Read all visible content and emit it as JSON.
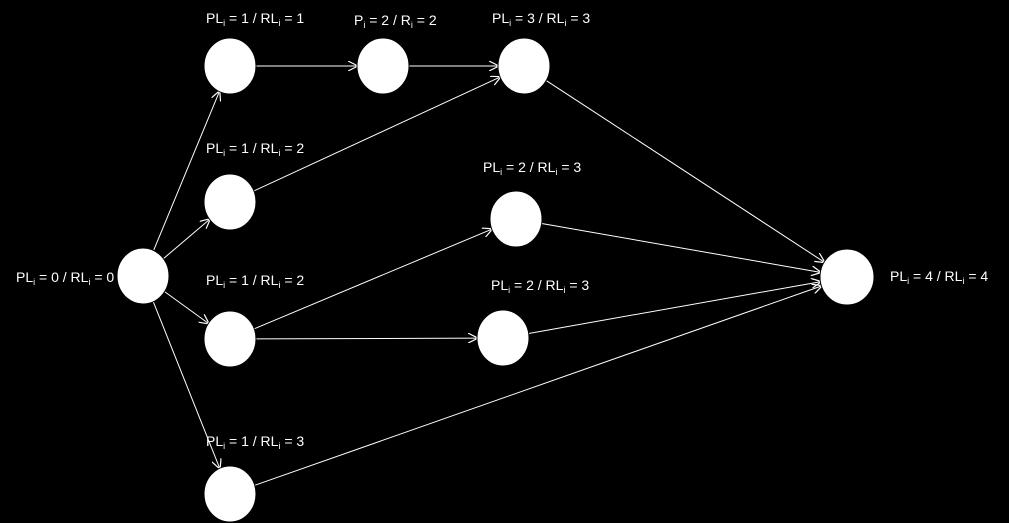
{
  "colors": {
    "background": "#000000",
    "foreground": "#ffffff"
  },
  "nodes": [
    {
      "id": "n0",
      "label": {
        "p1": "PL",
        "s1": "i",
        "m": " = 0 / RL",
        "s2": "i",
        "e": " = 0"
      }
    },
    {
      "id": "n1",
      "label": {
        "p1": "PL",
        "s1": "i",
        "m": " = 1 / RL",
        "s2": "i",
        "e": " = 1"
      }
    },
    {
      "id": "n2",
      "label": {
        "p1": "P",
        "s1": "i",
        "m": " = 2 / R",
        "s2": "i",
        "e": " = 2"
      }
    },
    {
      "id": "n3",
      "label": {
        "p1": "PL",
        "s1": "i",
        "m": " = 3 / RL",
        "s2": "i",
        "e": " = 3"
      }
    },
    {
      "id": "n4",
      "label": {
        "p1": "PL",
        "s1": "i",
        "m": " = 1 / RL",
        "s2": "i",
        "e": " = 2"
      }
    },
    {
      "id": "n5",
      "label": {
        "p1": "PL",
        "s1": "i",
        "m": " = 2 / RL",
        "s2": "i",
        "e": " = 3"
      }
    },
    {
      "id": "n6",
      "label": {
        "p1": "PL",
        "s1": "i",
        "m": " = 1 / RL",
        "s2": "i",
        "e": " = 2"
      }
    },
    {
      "id": "n7",
      "label": {
        "p1": "PL",
        "s1": "i",
        "m": " = 2 / RL",
        "s2": "i",
        "e": " = 3"
      }
    },
    {
      "id": "n8",
      "label": {
        "p1": "PL",
        "s1": "i",
        "m": " = 1 / RL",
        "s2": "i",
        "e": " = 3"
      }
    },
    {
      "id": "n9",
      "label": {
        "p1": "PL",
        "s1": "i",
        "m": " = 4 / RL",
        "s2": "i",
        "e": " = 4"
      }
    }
  ],
  "edges": [
    [
      "n0",
      "n1"
    ],
    [
      "n0",
      "n4"
    ],
    [
      "n0",
      "n6"
    ],
    [
      "n0",
      "n8"
    ],
    [
      "n1",
      "n2"
    ],
    [
      "n2",
      "n3"
    ],
    [
      "n4",
      "n3"
    ],
    [
      "n6",
      "n5"
    ],
    [
      "n6",
      "n7"
    ],
    [
      "n3",
      "n9"
    ],
    [
      "n5",
      "n9"
    ],
    [
      "n7",
      "n9"
    ],
    [
      "n8",
      "n9"
    ]
  ]
}
